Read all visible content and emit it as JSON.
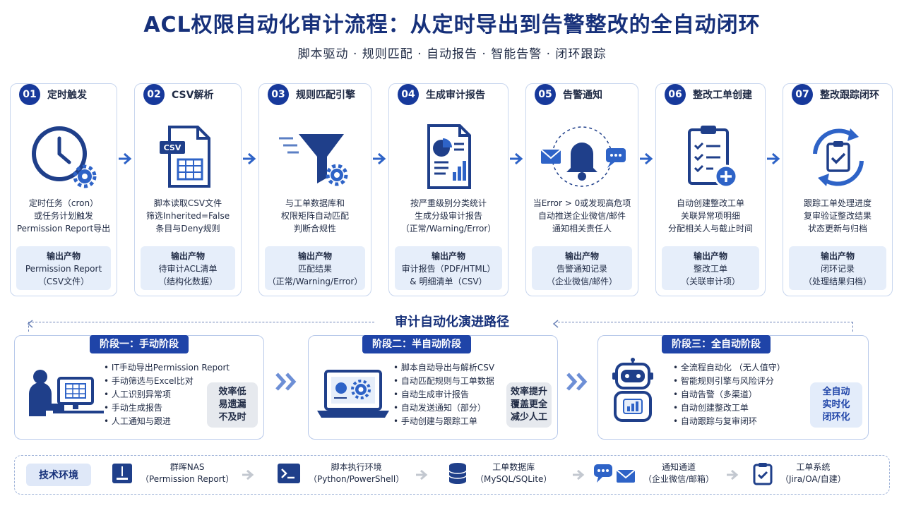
{
  "title": "ACL权限自动化审计流程：从定时导出到告警整改的全自动闭环",
  "subtitle": "脚本驱动 · 规则匹配 · 自动报告 · 智能告警 · 闭环跟踪",
  "colors": {
    "primary": "#17399b",
    "accent": "#2e63c7",
    "panel": "#e6eefa"
  },
  "steps": [
    {
      "num": "01",
      "title": "定时触发",
      "icon": "clock-gear-icon",
      "desc": [
        "定时任务（cron）",
        "或任务计划触发",
        "Permission Report导出"
      ],
      "out_head": "输出产物",
      "out": [
        "Permission Report",
        "（CSV文件）"
      ]
    },
    {
      "num": "02",
      "title": "CSV解析",
      "icon": "csv-file-icon",
      "desc": [
        "脚本读取CSV文件",
        "筛选Inherited=False",
        "条目与Deny规则"
      ],
      "out_head": "输出产物",
      "out": [
        "待审计ACL清单",
        "（结构化数据）"
      ],
      "badge": "CSV"
    },
    {
      "num": "03",
      "title": "规则匹配引擎",
      "icon": "funnel-gear-icon",
      "desc": [
        "与工单数据库和",
        "权限矩阵自动匹配",
        "判断合规性"
      ],
      "out_head": "输出产物",
      "out": [
        "匹配结果",
        "（正常/Warning/Error）"
      ]
    },
    {
      "num": "04",
      "title": "生成审计报告",
      "icon": "report-chart-icon",
      "desc": [
        "按严重级别分类统计",
        "生成分级审计报告",
        "（正常/Warning/Error）"
      ],
      "out_head": "输出产物",
      "out": [
        "审计报告（PDF/HTML）",
        "& 明细清单（CSV）"
      ]
    },
    {
      "num": "05",
      "title": "告警通知",
      "icon": "bell-alert-icon",
      "desc": [
        "当Error > 0或发现高危项",
        "自动推送企业微信/邮件",
        "通知相关责任人"
      ],
      "out_head": "输出产物",
      "out": [
        "告警通知记录",
        "（企业微信/邮件）"
      ]
    },
    {
      "num": "06",
      "title": "整改工单创建",
      "icon": "clipboard-add-icon",
      "desc": [
        "自动创建整改工单",
        "关联异常项明细",
        "分配相关人与截止时间"
      ],
      "out_head": "输出产物",
      "out": [
        "整改工单",
        "（关联审计项）"
      ]
    },
    {
      "num": "07",
      "title": "整改跟踪闭环",
      "icon": "cycle-clipboard-icon",
      "desc": [
        "跟踪工单处理进度",
        "复审验证整改结果",
        "状态更新与归档"
      ],
      "out_head": "输出产物",
      "out": [
        "闭环记录",
        "（处理结果归档）"
      ]
    }
  ],
  "evolution": {
    "title": "审计自动化演进路径",
    "stages": [
      {
        "tag": "阶段一：手动阶段",
        "icon": "person-computer-icon",
        "items": [
          "IT手动导出Permission Report",
          "手动筛选与Excel比对",
          "人工识别异常项",
          "手动生成报告",
          "人工通知与跟进"
        ],
        "note": [
          "效率低",
          "易遗漏",
          "不及时"
        ]
      },
      {
        "tag": "阶段二：半自动阶段",
        "icon": "laptop-gear-icon",
        "items": [
          "脚本自动导出与解析CSV",
          "自动匹配规则与工单数据",
          "自动生成审计报告",
          "自动发送通知（部分）",
          "手动创建与跟踪工单"
        ],
        "note": [
          "效率提升",
          "覆盖更全",
          "减少人工"
        ]
      },
      {
        "tag": "阶段三：全自动阶段",
        "icon": "robot-icon",
        "items": [
          "全流程自动化 （无人值守）",
          "智能规则引擎与风险评分",
          "自动告警（多渠道）",
          "自动创建整改工单",
          "自动跟踪与复审闭环"
        ],
        "note": [
          "全自动",
          "实时化",
          "闭环化"
        ]
      }
    ]
  },
  "tech": {
    "label": "技术环境",
    "items": [
      {
        "icon": "nas-icon",
        "lines": [
          "群晖NAS",
          "（Permission Report）"
        ]
      },
      {
        "icon": "terminal-icon",
        "lines": [
          "脚本执行环境",
          "（Python/PowerShell）"
        ]
      },
      {
        "icon": "database-icon",
        "lines": [
          "工单数据库",
          "（MySQL/SQLite）"
        ]
      },
      {
        "icon": "chat-mail-icon",
        "lines": [
          "通知通道",
          "（企业微信/邮箱）"
        ]
      },
      {
        "icon": "ticket-system-icon",
        "lines": [
          "工单系统",
          "（Jira/OA/自建）"
        ]
      }
    ]
  }
}
